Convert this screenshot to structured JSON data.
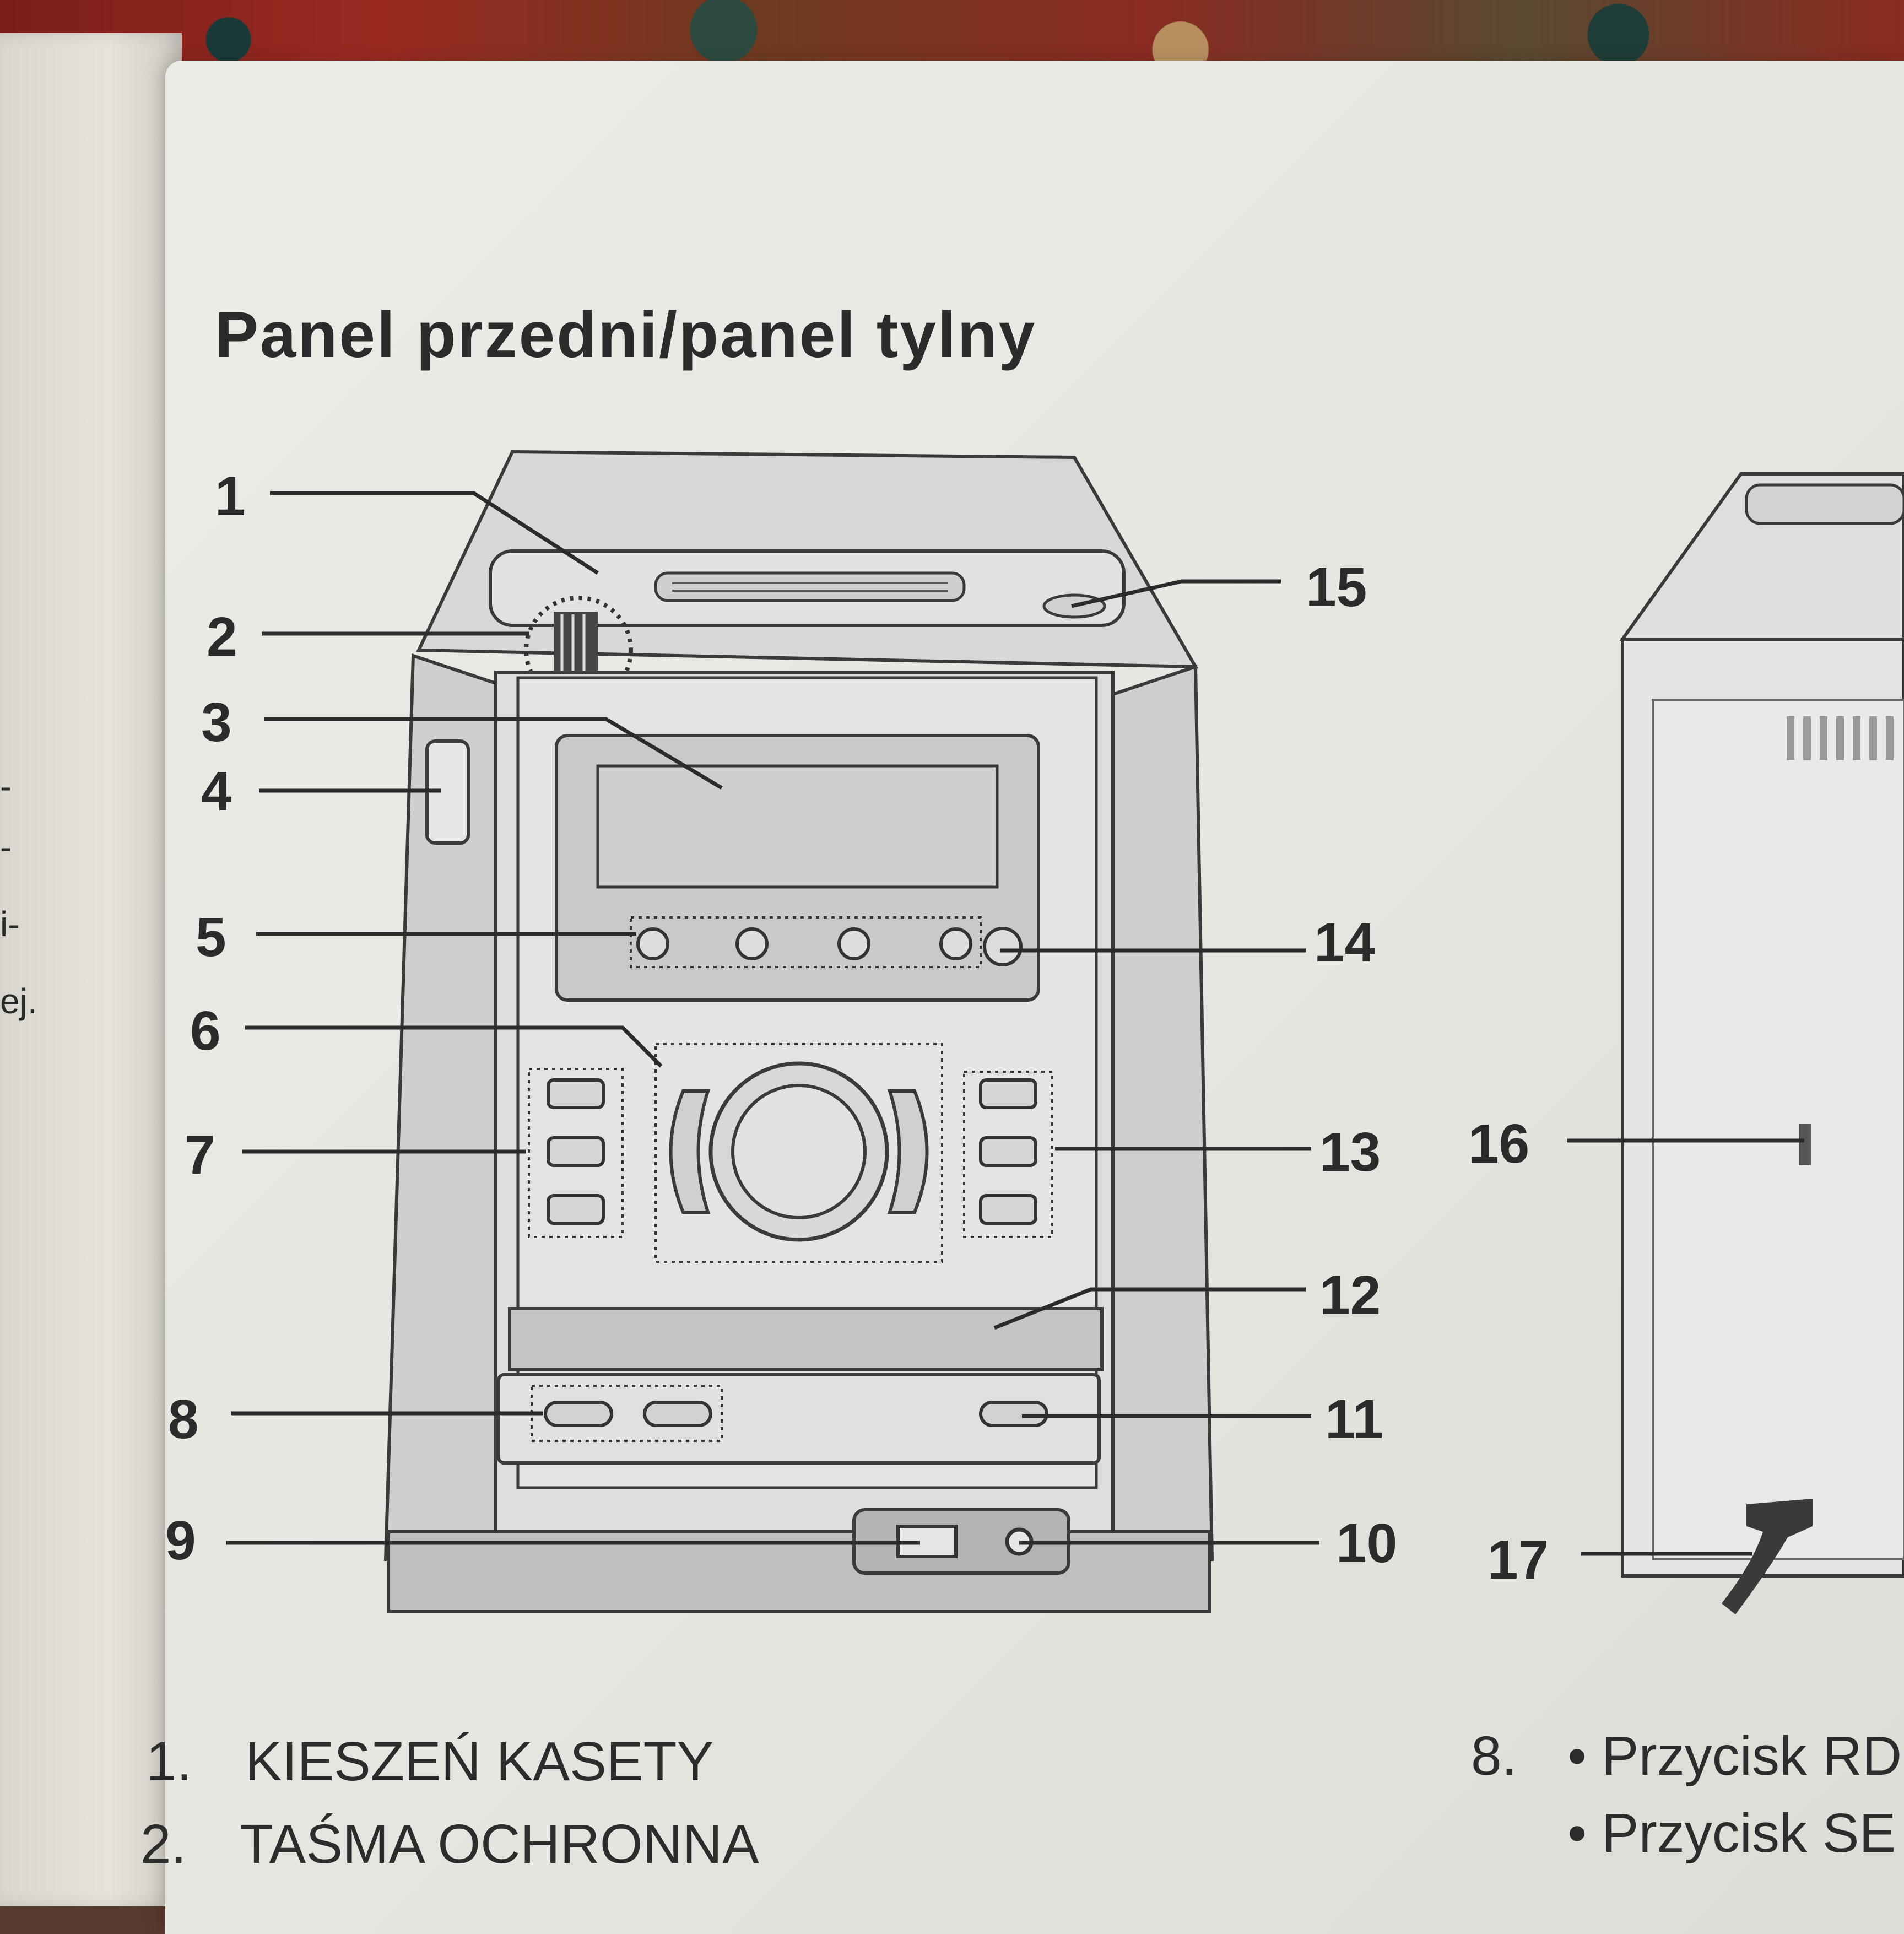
{
  "left_page_fragments": [
    "-",
    "-",
    "i-",
    "ej."
  ],
  "title": "Panel przedni/panel tylny",
  "callouts": [
    "1",
    "2",
    "3",
    "4",
    "5",
    "6",
    "7",
    "8",
    "9",
    "10",
    "11",
    "12",
    "13",
    "14",
    "15",
    "16",
    "17"
  ],
  "legend": [
    {
      "number": "1.",
      "text": "KIESZEŃ KASETY"
    },
    {
      "number": "2.",
      "text": "TAŚMA OCHRONNA"
    }
  ],
  "legend_right": [
    {
      "number": "8.",
      "text": "• Przycisk RD"
    },
    {
      "number": "",
      "text": "• Przycisk SE"
    }
  ],
  "colors": {
    "paper": "#e9e8e3",
    "ink": "#2b2b2b",
    "device_body": "#d2d2d2",
    "device_panel": "#c7c7c7"
  }
}
